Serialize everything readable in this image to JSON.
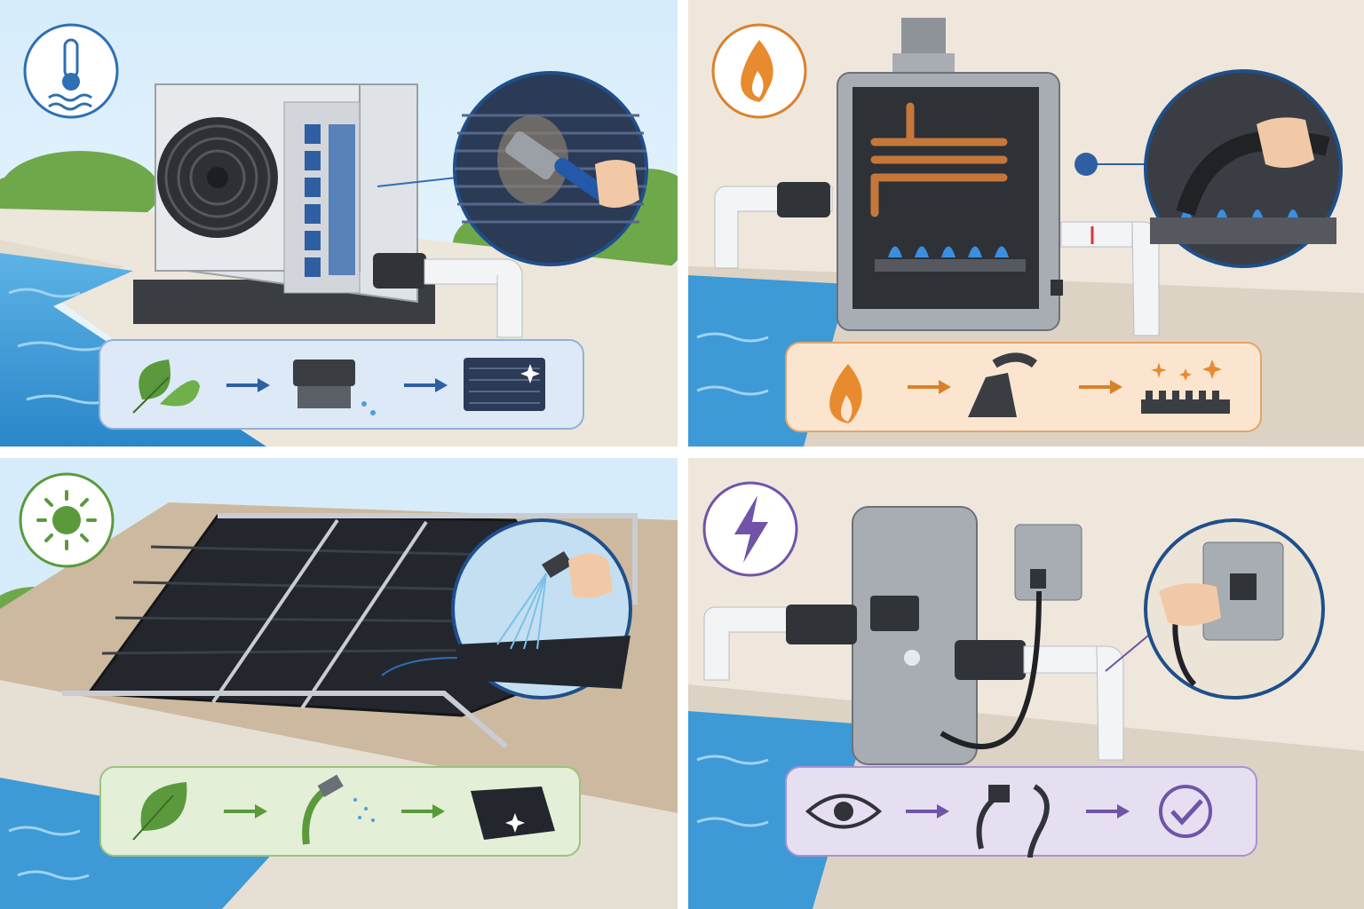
{
  "panels": [
    {
      "id": "heat-pump",
      "icon": "thermometer-water-icon",
      "accent": "#2f6fb3",
      "steps": [
        "leaf-icon",
        "brush-icon",
        "clean-coil-icon"
      ],
      "inset": "brushing-coil-fins"
    },
    {
      "id": "gas-heater",
      "icon": "flame-icon",
      "accent": "#d9822b",
      "steps": [
        "flame-icon",
        "vacuum-nozzle-icon",
        "clean-burner-icon"
      ],
      "inset": "vacuuming-burner-tray"
    },
    {
      "id": "solar-heater",
      "icon": "sun-icon",
      "accent": "#5a9a3c",
      "steps": [
        "leaf-icon",
        "hose-spray-icon",
        "clean-panel-icon"
      ],
      "inset": "hosing-solar-panel"
    },
    {
      "id": "electric-heater",
      "icon": "lightning-icon",
      "accent": "#6f54a8",
      "steps": [
        "eye-icon",
        "power-cord-icon",
        "checkmark-icon"
      ],
      "inset": "plugging-into-outlet"
    }
  ],
  "colors": {
    "water": "#3d9ad6",
    "deck": "#e9e2d6",
    "sky": "#cfe6f6",
    "wall": "#efe7dc",
    "pipe": "#f4f5f7",
    "metal": "#c9cdd2"
  }
}
